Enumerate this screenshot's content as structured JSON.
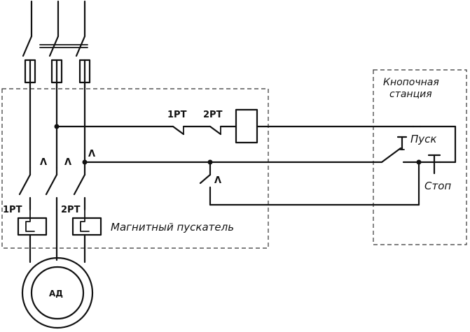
{
  "labels": {
    "relay_1": "1PT",
    "relay_2": "2PT",
    "contact_1": "1PT",
    "contact_2": "2PT",
    "starter": "Магнитный пускатель",
    "station_line1": "Кнопочная",
    "station_line2": "станция",
    "start_button": "Пуск",
    "stop_button": "Стоп",
    "motor": "АД",
    "contact_mark": "Λ"
  }
}
